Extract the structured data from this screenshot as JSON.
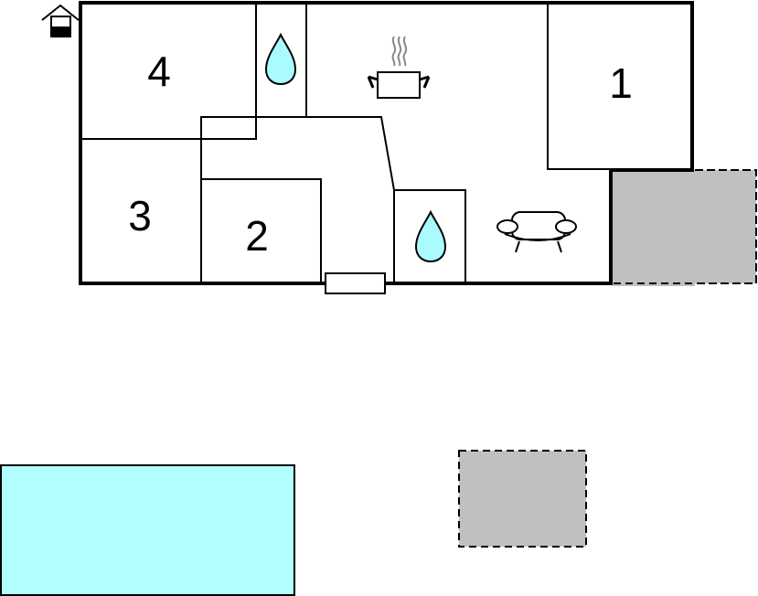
{
  "rooms": [
    {
      "id": "room-4",
      "label": "4"
    },
    {
      "id": "room-1",
      "label": "1"
    },
    {
      "id": "room-3",
      "label": "3"
    },
    {
      "id": "room-2",
      "label": "2"
    }
  ],
  "icons": {
    "entrance": "house-entrance-icon",
    "water_top": "water-drop-icon",
    "water_bottom": "water-drop-icon",
    "kitchen": "cooking-pot-icon",
    "living": "sofa-icon"
  },
  "colors": {
    "wall": "#000000",
    "water": "#a9fbfd",
    "pool": "#b2ffff",
    "terrace": "#c0c0c0",
    "background": "#ffffff"
  }
}
